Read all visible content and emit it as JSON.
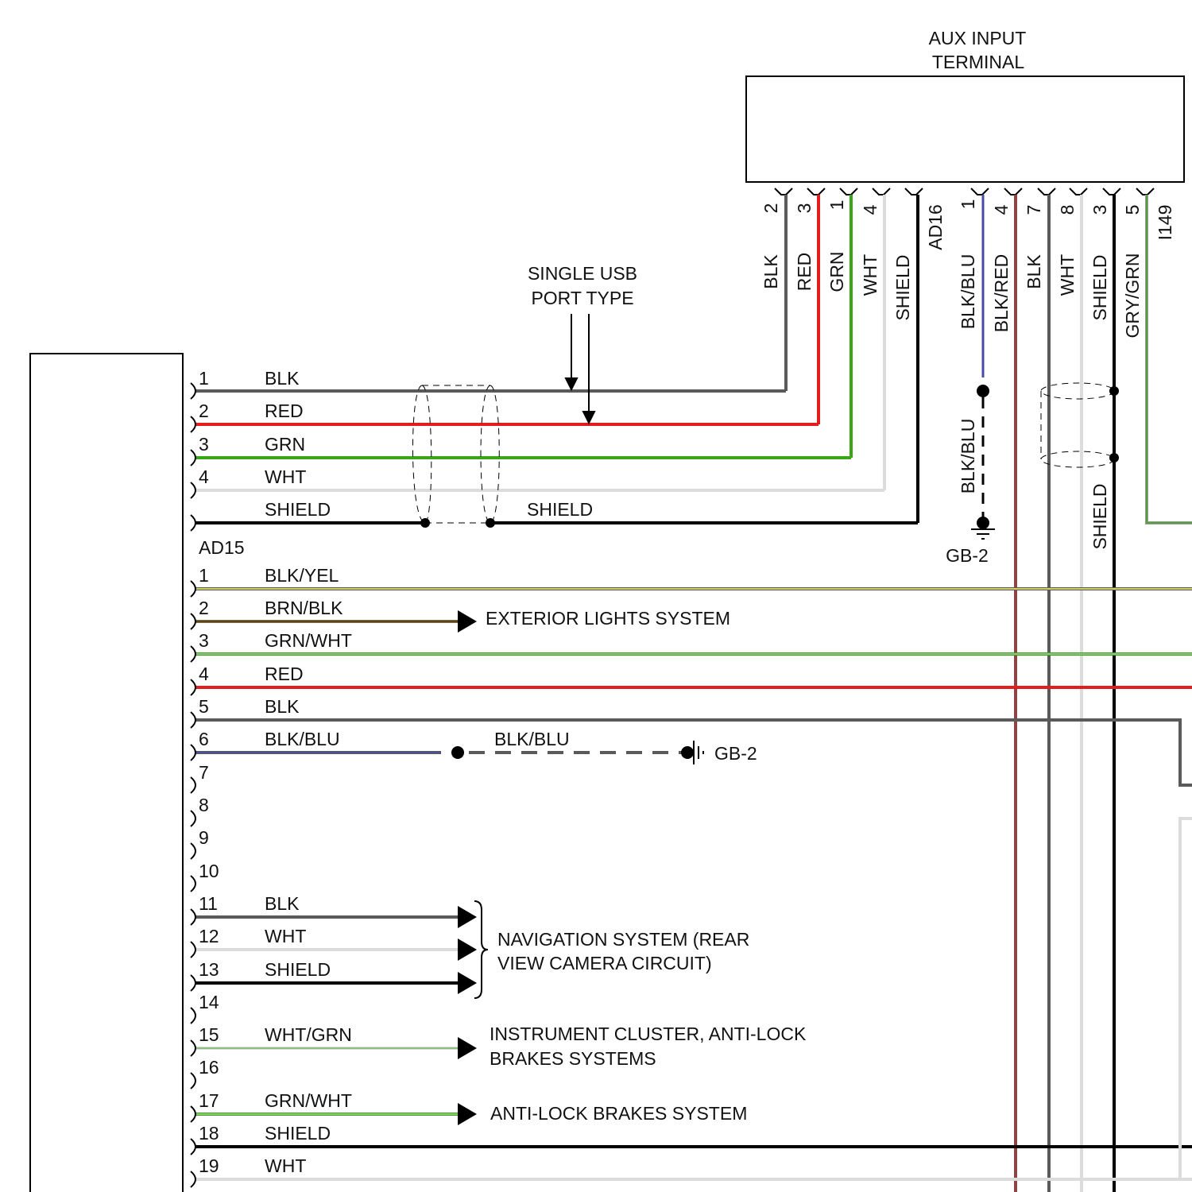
{
  "aux_terminal": {
    "title_line1": "AUX INPUT",
    "title_line2": "TERMINAL",
    "connector_ad16": "AD16",
    "connector_i149": "I149"
  },
  "usb_note": {
    "line1": "SINGLE USB",
    "line2": "PORT TYPE"
  },
  "connector_ad15": "AD15",
  "ad16_pins": [
    {
      "pin": "2",
      "wire": "BLK",
      "color": "#5a5a5a"
    },
    {
      "pin": "3",
      "wire": "RED",
      "color": "#e31d1d"
    },
    {
      "pin": "1",
      "wire": "GRN",
      "color": "#3aa517"
    },
    {
      "pin": "4",
      "wire": "WHT",
      "color": "#dcdcdc"
    },
    {
      "pin": "",
      "wire": "SHIELD",
      "color": "#000000"
    }
  ],
  "i149_pins": [
    {
      "pin": "1",
      "wire": "BLK/BLU",
      "color": "#5a5a5a"
    },
    {
      "pin": "4",
      "wire": "BLK/RED",
      "color": "#5a5a5a"
    },
    {
      "pin": "7",
      "wire": "BLK",
      "color": "#5a5a5a"
    },
    {
      "pin": "8",
      "wire": "WHT",
      "color": "#dcdcdc"
    },
    {
      "pin": "3",
      "wire": "SHIELD",
      "color": "#000000"
    },
    {
      "pin": "5",
      "wire": "GRY/GRN",
      "color": "#9a9a9a"
    }
  ],
  "usb_rows": [
    {
      "pin": "1",
      "wire": "BLK"
    },
    {
      "pin": "2",
      "wire": "RED"
    },
    {
      "pin": "3",
      "wire": "GRN"
    },
    {
      "pin": "4",
      "wire": "WHT"
    },
    {
      "pin": "",
      "wire": "SHIELD"
    }
  ],
  "usb_shield_label": "SHIELD",
  "ad15_rows": [
    {
      "pin": "1",
      "wire": "BLK/YEL"
    },
    {
      "pin": "2",
      "wire": "BRN/BLK"
    },
    {
      "pin": "3",
      "wire": "GRN/WHT"
    },
    {
      "pin": "4",
      "wire": "RED"
    },
    {
      "pin": "5",
      "wire": "BLK"
    },
    {
      "pin": "6",
      "wire": "BLK/BLU"
    },
    {
      "pin": "7",
      "wire": ""
    },
    {
      "pin": "8",
      "wire": ""
    },
    {
      "pin": "9",
      "wire": ""
    },
    {
      "pin": "10",
      "wire": ""
    },
    {
      "pin": "11",
      "wire": "BLK"
    },
    {
      "pin": "12",
      "wire": "WHT"
    },
    {
      "pin": "13",
      "wire": "SHIELD"
    },
    {
      "pin": "14",
      "wire": ""
    },
    {
      "pin": "15",
      "wire": "WHT/GRN"
    },
    {
      "pin": "16",
      "wire": ""
    },
    {
      "pin": "17",
      "wire": "GRN/WHT"
    },
    {
      "pin": "18",
      "wire": "SHIELD"
    },
    {
      "pin": "19",
      "wire": "WHT"
    }
  ],
  "destinations": {
    "exterior_lights": "EXTERIOR LIGHTS SYSTEM",
    "navigation_line1": "NAVIGATION SYSTEM (REAR",
    "navigation_line2": "VIEW CAMERA CIRCUIT)",
    "cluster_line1": "INSTRUMENT CLUSTER, ANTI-LOCK",
    "cluster_line2": "BRAKES SYSTEMS",
    "abs": "ANTI-LOCK BRAKES SYSTEM"
  },
  "ground": {
    "wire_label_h": "BLK/BLU",
    "gb2_h": "GB-2",
    "wire_label_v": "BLK/BLU",
    "gb2_v": "GB-2"
  },
  "i149_shield_label": "SHIELD"
}
